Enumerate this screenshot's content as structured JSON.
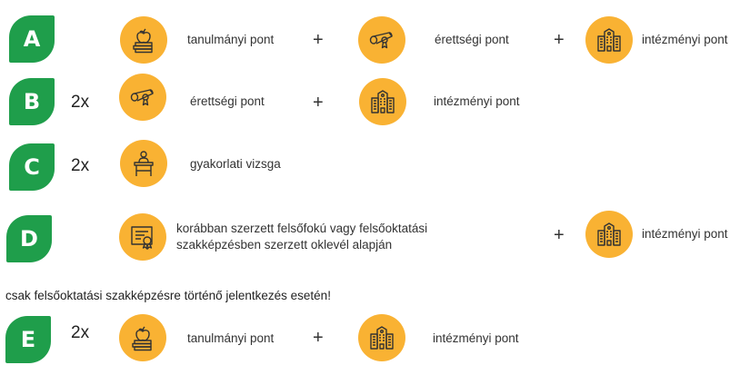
{
  "colors": {
    "leaf_green": "#1f9e4b",
    "icon_orange": "#f9b233",
    "text": "#333333"
  },
  "rows": [
    {
      "letter": "A",
      "multiplier": "",
      "items": [
        {
          "icon": "apple-books-icon",
          "label": "tanulmányi pont"
        },
        {
          "icon": "diploma-scroll-icon",
          "label": "érettségi pont"
        },
        {
          "icon": "building-icon",
          "label": "intézményi pont"
        }
      ],
      "operators": [
        "+",
        "+"
      ]
    },
    {
      "letter": "B",
      "multiplier": "2x",
      "items": [
        {
          "icon": "diploma-scroll-icon",
          "label": "érettségi pont"
        },
        {
          "icon": "building-icon",
          "label": "intézményi pont"
        }
      ],
      "operators": [
        "+"
      ]
    },
    {
      "letter": "C",
      "multiplier": "2x",
      "items": [
        {
          "icon": "exam-desk-icon",
          "label": "gyakorlati vizsga"
        }
      ],
      "operators": []
    },
    {
      "letter": "D",
      "multiplier": "",
      "items": [
        {
          "icon": "certificate-icon",
          "label_line1": "korábban szerzett felsőfokú vagy felsőoktatási",
          "label_line2": "szakképzésben szerzett oklevél alapján"
        },
        {
          "icon": "building-icon",
          "label": "intézményi pont"
        }
      ],
      "operators": [
        "+"
      ]
    },
    {
      "letter": "E",
      "multiplier": "2x",
      "items": [
        {
          "icon": "apple-books-icon",
          "label": "tanulmányi pont"
        },
        {
          "icon": "building-icon",
          "label": "intézményi pont"
        }
      ],
      "operators": [
        "+"
      ]
    }
  ],
  "note": "csak felsőoktatási szakképzésre történő jelentkezés esetén!"
}
